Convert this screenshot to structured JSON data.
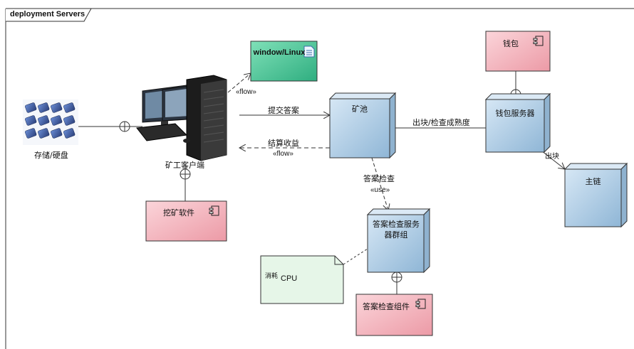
{
  "frame": {
    "title": "deployment Servers"
  },
  "nodes": {
    "pool": "矿池",
    "wallet_server": "钱包服务器",
    "main_chain": "主链",
    "check_group": "答案检查服务器群组",
    "window_linux": "window/Linux"
  },
  "components": {
    "wallet": "钱包",
    "mining_software": "挖矿软件",
    "check_component": "答案检查组件"
  },
  "devices": {
    "storage": "存储/硬盘",
    "client": "矿工客户端"
  },
  "note": {
    "prefix": "消耗",
    "text": "CPU"
  },
  "edges": {
    "submit_answer": "提交答案",
    "settle_income": "结算收益",
    "flow_return": "«flow»",
    "flow_os": "«flow»",
    "block_check": "出块/检查成熟度",
    "block": "出块",
    "answer_check": "答案检查",
    "use": "«use»"
  },
  "colors": {
    "node": "#b9d4ea",
    "component": "#f2b8c0",
    "os": "#4fc79b",
    "note": "#e8f7ea"
  }
}
